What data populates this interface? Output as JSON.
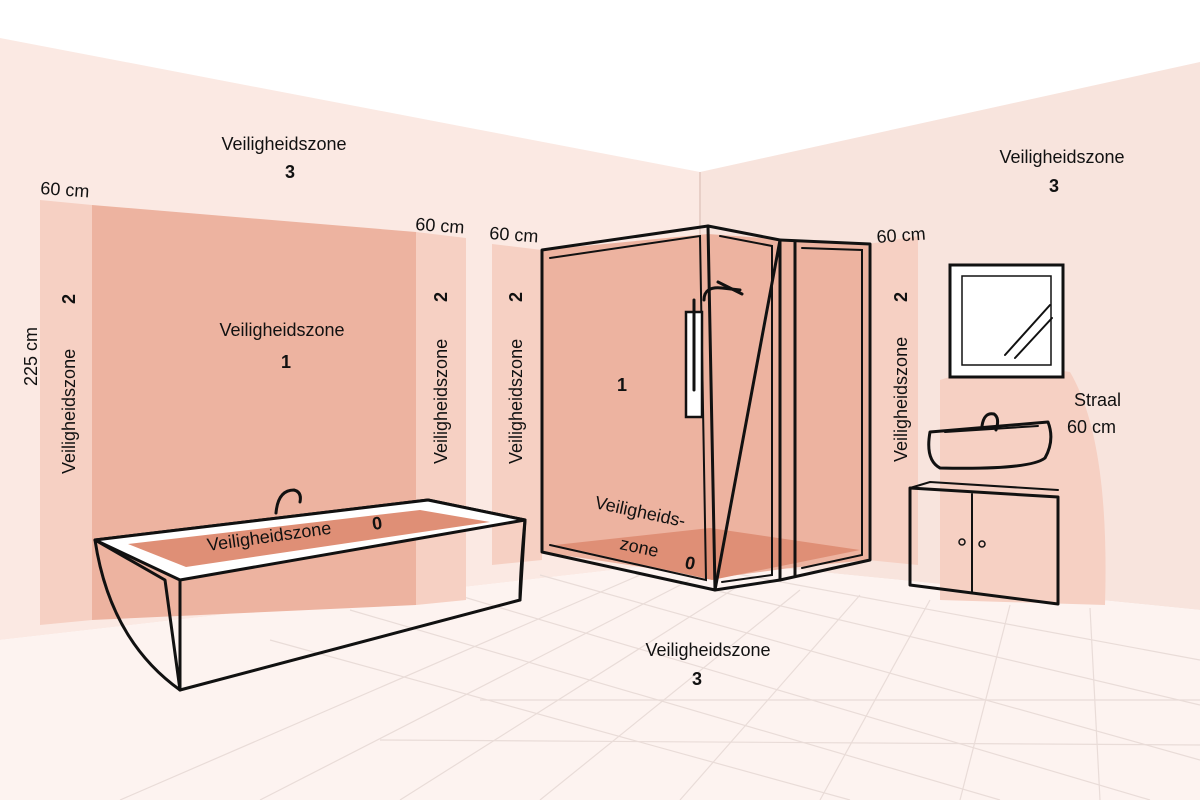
{
  "zone_label": "Veiligheidszone",
  "zones": {
    "zone0": "0",
    "zone1": "1",
    "zone2": "2",
    "zone3": "3"
  },
  "shower_zone_label": {
    "line1": "Veiligheids-",
    "line2": "zone"
  },
  "dimensions": {
    "width_60": "60 cm",
    "height_225": "225 cm",
    "beam_label": "Straal",
    "beam_value": "60 cm"
  },
  "colors": {
    "wall": "#fbe9e3",
    "floor": "#fdf3f0",
    "zone1": "#edb3a0",
    "zone2": "#f6d0c3",
    "zone0": "#df8f76",
    "outline": "#111111"
  }
}
